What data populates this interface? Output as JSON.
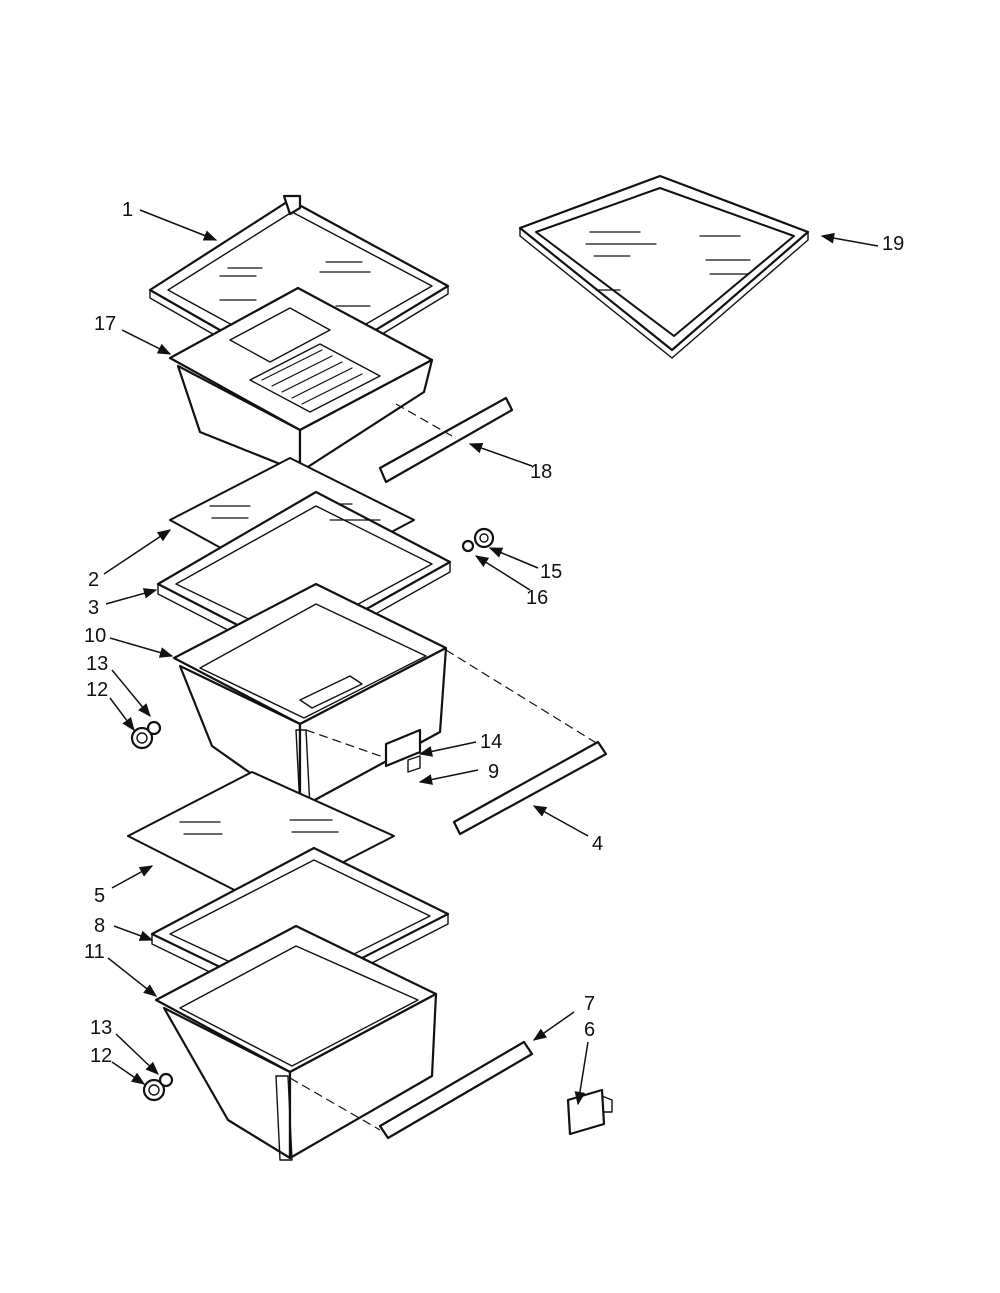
{
  "diagram": {
    "type": "exploded-parts-view",
    "callouts": [
      {
        "id": "c1",
        "label": "1"
      },
      {
        "id": "c17",
        "label": "17"
      },
      {
        "id": "c19",
        "label": "19"
      },
      {
        "id": "c18",
        "label": "18"
      },
      {
        "id": "c2",
        "label": "2"
      },
      {
        "id": "c3",
        "label": "3"
      },
      {
        "id": "c15",
        "label": "15"
      },
      {
        "id": "c16",
        "label": "16"
      },
      {
        "id": "c10",
        "label": "10"
      },
      {
        "id": "c13a",
        "label": "13"
      },
      {
        "id": "c12a",
        "label": "12"
      },
      {
        "id": "c14",
        "label": "14"
      },
      {
        "id": "c9",
        "label": "9"
      },
      {
        "id": "c4",
        "label": "4"
      },
      {
        "id": "c5",
        "label": "5"
      },
      {
        "id": "c8",
        "label": "8"
      },
      {
        "id": "c11",
        "label": "11"
      },
      {
        "id": "c7",
        "label": "7"
      },
      {
        "id": "c6",
        "label": "6"
      },
      {
        "id": "c13b",
        "label": "13"
      },
      {
        "id": "c12b",
        "label": "12"
      }
    ],
    "components": [
      "crisper-cover-frame",
      "upper-pan",
      "shelf-glass-insert",
      "pan-trim-rail",
      "crisper-glass",
      "crisper-frame",
      "upper-crisper-drawer",
      "drawer-rail",
      "slide-glide",
      "roller-hub",
      "lower-glass",
      "lower-frame",
      "lower-crisper-drawer",
      "lower-rail",
      "lower-slide-bracket"
    ]
  }
}
